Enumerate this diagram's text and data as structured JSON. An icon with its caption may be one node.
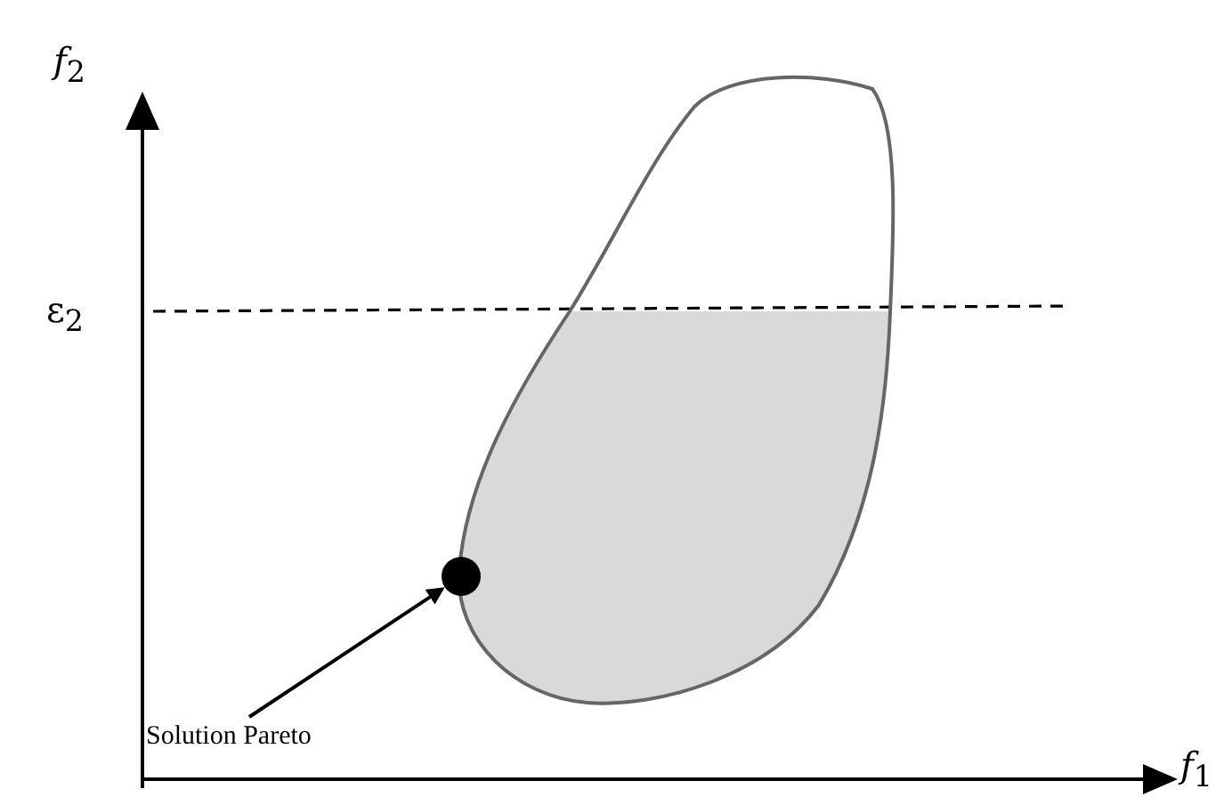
{
  "diagram": {
    "nodes": [
      {
        "text": [
          "Solution Pareto"
        ]
      },
      {
        "text": [],
        "shape": "circle"
      }
    ],
    "edges": [
      {
        "from": 0,
        "to": 1,
        "arrow": "to"
      }
    ],
    "labels": [
      "*f*$_{2}$",
      "ε$_{2}$",
      "*f*$_{1}$"
    ]
  }
}
